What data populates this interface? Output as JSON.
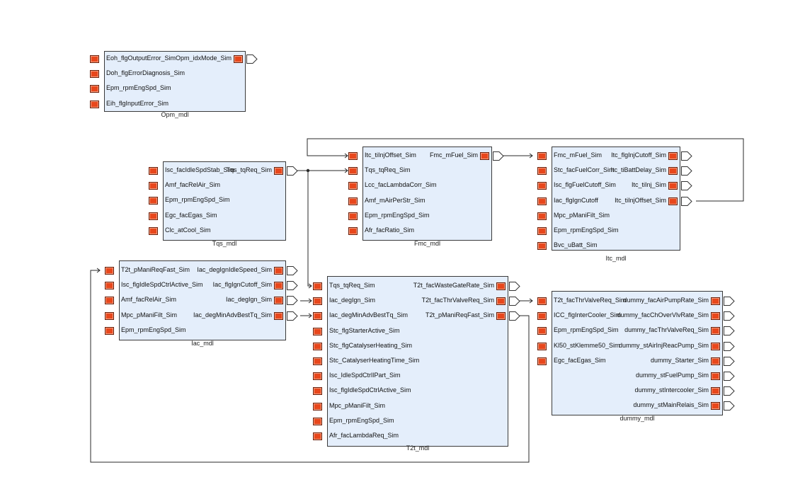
{
  "blocks": {
    "opm": {
      "title": "Opm_mdl",
      "inputs": [
        "Eoh_flgOutputError_Sim",
        "Doh_flgErrorDiagnosis_Sim",
        "Epm_rpmEngSpd_Sim",
        "Eih_flgInputError_Sim"
      ],
      "outputs": [
        "Opm_idxMode_Sim"
      ]
    },
    "tqs": {
      "title": "Tqs_mdl",
      "inputs": [
        "Isc_facIdleSpdStab_Sim",
        "Amf_facRelAir_Sim",
        "Epm_rpmEngSpd_Sim",
        "Egc_facEgas_Sim",
        "Clc_atCool_Sim"
      ],
      "outputs": [
        "Tqs_tqReq_Sim"
      ]
    },
    "fmc": {
      "title": "Fmc_mdl",
      "inputs": [
        "Itc_tiInjOffset_Sim",
        "Tqs_tqReq_Sim",
        "Lcc_facLambdaCorr_Sim",
        "Amf_mAirPerStr_Sim",
        "Epm_rpmEngSpd_Sim",
        "Afr_facRatio_Sim"
      ],
      "outputs": [
        "Fmc_mFuel_Sim"
      ]
    },
    "itc": {
      "title": "Itc_mdl",
      "inputs": [
        "Fmc_mFuel_Sim",
        "Stc_facFuelCorr_Sim",
        "Isc_flgFuelCutoff_Sim",
        "Iac_flgIgnCutoff",
        "Mpc_pManiFilt_Sim",
        "Epm_rpmEngSpd_Sim",
        "Bvc_uBatt_Sim"
      ],
      "outputs": [
        "Itc_flgInjCutoff_Sim",
        "Itc_tiBattDelay_Sim",
        "Itc_tiInj_Sim",
        "Itc_tiInjOffset_Sim"
      ]
    },
    "iac": {
      "title": "Iac_mdl",
      "inputs": [
        "T2t_pManiReqFast_Sim",
        "Isc_flgIdleSpdCtrlActive_Sim",
        "Amf_facRelAir_Sim",
        "Mpc_pManiFilt_Sim",
        "Epm_rpmEngSpd_Sim"
      ],
      "outputs": [
        "Iac_degIgnIdleSpeed_Sim",
        "Iac_flgIgnCutoff_Sim",
        "Iac_degIgn_Sim",
        "Iac_degMinAdvBestTq_Sim"
      ]
    },
    "t2t": {
      "title": "T2t_mdl",
      "inputs": [
        "Tqs_tqReq_Sim",
        "Iac_degIgn_Sim",
        "Iac_degMinAdvBestTq_Sim",
        "Stc_flgStarterActive_Sim",
        "Stc_flgCatalyserHeating_Sim",
        "Stc_CatalyserHeatingTime_Sim",
        "Isc_IdleSpdCtrlIPart_Sim",
        "Isc_flgIdleSpdCtrlActive_Sim",
        "Mpc_pManiFilt_Sim",
        "Epm_rpmEngSpd_Sim",
        "Afr_facLambdaReq_Sim"
      ],
      "outputs": [
        "T2t_facWasteGateRate_Sim",
        "T2t_facThrValveReq_Sim",
        "T2t_pManiReqFast_Sim"
      ]
    },
    "dummy": {
      "title": "dummy_mdl",
      "inputs": [
        "T2t_facThrValveReq_Sim",
        "ICC_flgInterCooler_Sim",
        "Epm_rpmEngSpd_Sim",
        "Kl50_stKlemme50_Sim",
        "Egc_facEgas_Sim"
      ],
      "outputs": [
        "dummy_facAirPumpRate_Sim",
        "dummy_facChOverVlvRate_Sim",
        "dummy_facThrValveReq_Sim",
        "dummy_stAirInjReacPump_Sim",
        "dummy_Starter_Sim",
        "dummy_stFuelPump_Sim",
        "dummy_stIntercooler_Sim",
        "dummy_stMainRelais_Sim"
      ]
    }
  },
  "colors": {
    "block_fill": "#e4eefb",
    "pin_fill": "#e8471c",
    "wire": "#2a2a2a"
  }
}
